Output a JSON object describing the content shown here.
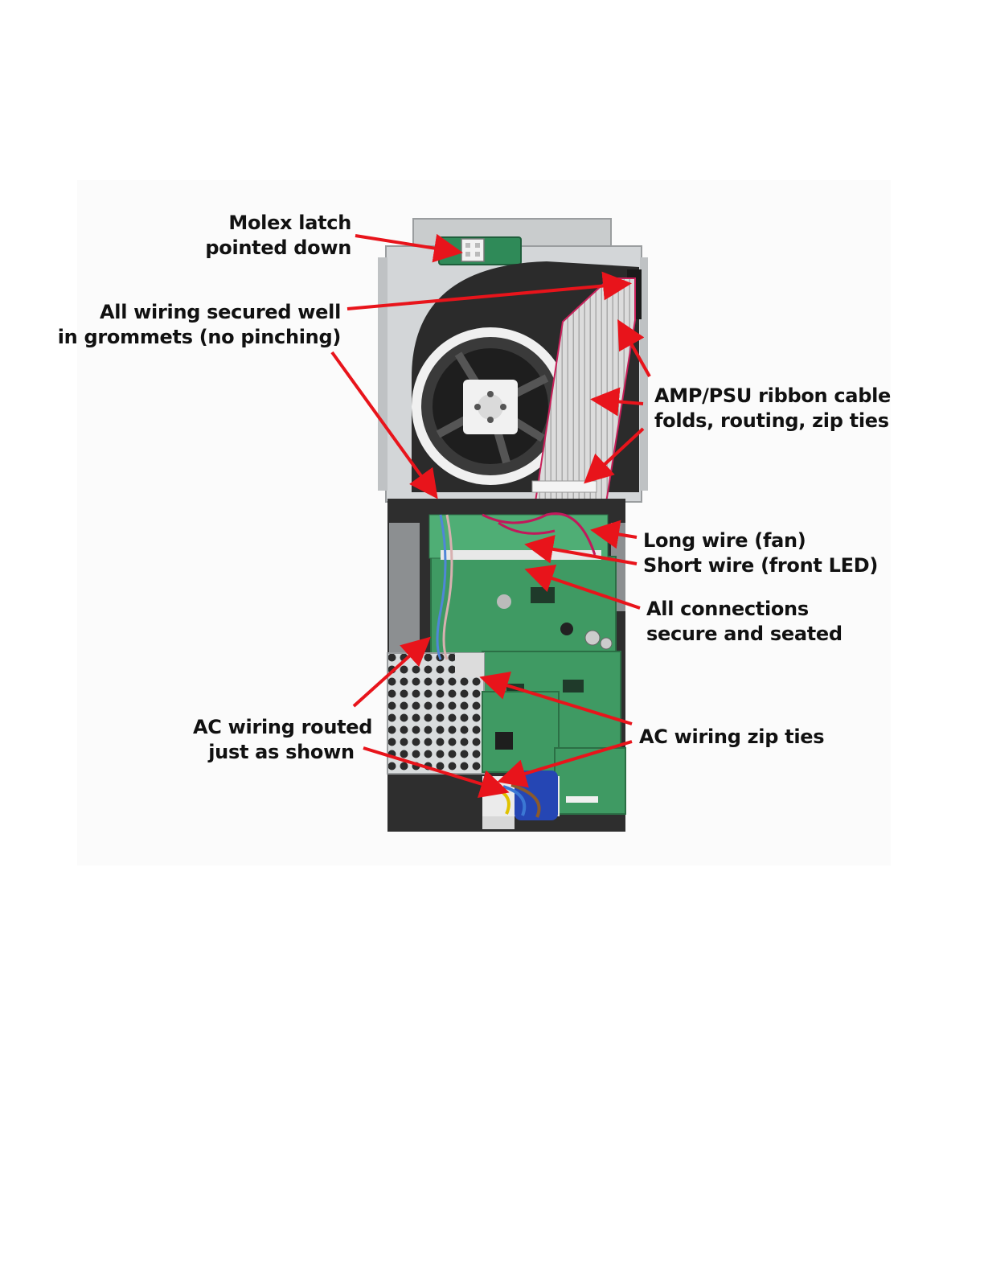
{
  "callouts": {
    "molex_latch": {
      "line1": "Molex latch",
      "line2": "pointed down"
    },
    "grommets": {
      "line1": "All wiring secured well",
      "line2": "in grommets (no pinching)"
    },
    "ribbon_cable": {
      "line1": "AMP/PSU ribbon cable",
      "line2": "folds, routing, zip ties"
    },
    "long_wire": "Long wire (fan)",
    "short_wire": "Short wire (front LED)",
    "connections": {
      "line1": "All connections",
      "line2": "secure and seated"
    },
    "ac_routed": {
      "line1": "AC wiring routed",
      "line2": "just as shown"
    },
    "ac_zip_ties": "AC wiring zip ties"
  },
  "colors": {
    "arrow": "#e8141b",
    "pcb": "#3f9a63",
    "chassis": "#cfd2d4",
    "plastic": "#2a2a2a",
    "ribbon": "#d6d6d6",
    "connector_blue": "#2546b4"
  }
}
